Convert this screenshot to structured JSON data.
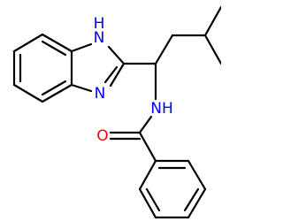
{
  "molecule": {
    "atoms": {
      "nh": {
        "label": "N",
        "h": "H",
        "color": "#0000ff"
      },
      "n": {
        "label": "N",
        "color": "#0000ff"
      },
      "nh_amide": {
        "label": "NH",
        "color": "#0000ff"
      },
      "o": {
        "label": "O",
        "color": "#ff0000"
      }
    }
  }
}
